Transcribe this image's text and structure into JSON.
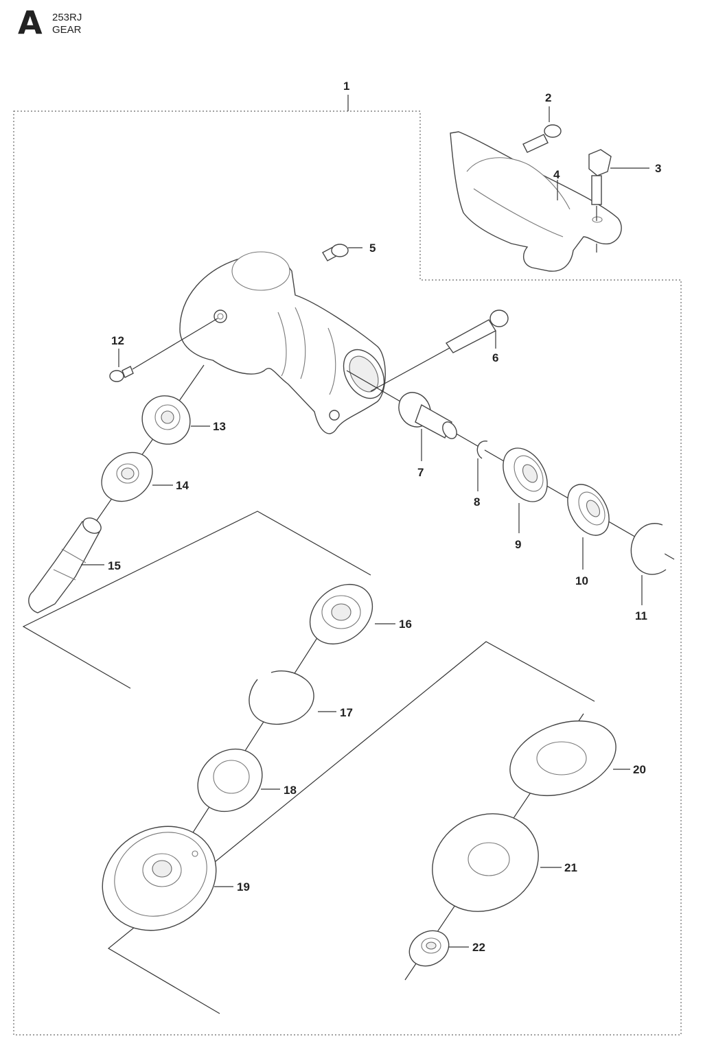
{
  "header": {
    "section_letter": "A",
    "model": "253RJ",
    "title": "GEAR"
  },
  "callouts": [
    "1",
    "2",
    "3",
    "4",
    "5",
    "6",
    "7",
    "8",
    "9",
    "10",
    "11",
    "12",
    "13",
    "14",
    "15",
    "16",
    "17",
    "18",
    "19",
    "20",
    "21",
    "22"
  ]
}
